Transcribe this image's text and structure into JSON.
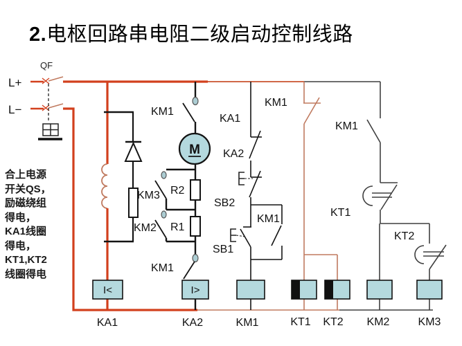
{
  "title": {
    "number": "2.",
    "text": "电枢回路串电阻二级启动控制线路"
  },
  "note": {
    "lines": [
      "合上电源",
      "开关QS，",
      "励磁绕组",
      "得电，",
      "KA1线圈",
      "得电，",
      "KT1,KT2",
      "线圈得电"
    ]
  },
  "rails": {
    "qf": "QF",
    "l_plus": "L+",
    "l_minus": "L−"
  },
  "power": {
    "km1_main_contact": "KM1",
    "motor": "M",
    "km3_contact": "KM3",
    "km2_contact": "KM2",
    "r2": "R2",
    "r1": "R1",
    "km1_aux_contact": "KM1",
    "ka1_relay_symbol": "I<",
    "ka2_relay_symbol": "I>"
  },
  "control": {
    "ka1_contact": "KA1",
    "ka2_contact": "KA2",
    "sb2_button": "SB2",
    "sb1_button": "SB1",
    "km1_selfhold_contact": "KM1",
    "km1_nc_contact": "KM1",
    "km1_no_contact": "KM1",
    "kt1_contact": "KT1",
    "kt2_contact": "KT2"
  },
  "coil_labels": [
    "KA1",
    "KA2",
    "KM1",
    "KT1",
    "KT2",
    "KM2",
    "KM3"
  ],
  "colors": {
    "power_red": "#d2401d",
    "bus_thin_red": "#c9532e",
    "salmon": "#c07a5f",
    "dark_gray": "#3f3f3f",
    "black": "#141414",
    "coil_fill": "#b4d9de"
  }
}
